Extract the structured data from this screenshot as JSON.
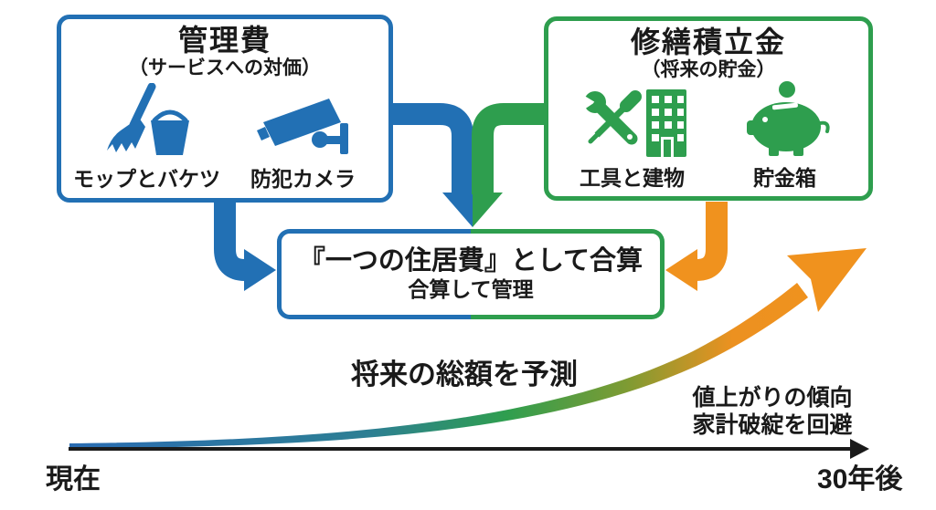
{
  "colors": {
    "blue": "#2270b4",
    "green": "#2e9e4e",
    "orange": "#f0921e",
    "ink": "#1a1a1a"
  },
  "management_box": {
    "title": "管理費",
    "subtitle": "（サービスへの対価）",
    "items": [
      {
        "icon": "mop-bucket-icon",
        "label": "モップとバケツ"
      },
      {
        "icon": "security-camera-icon",
        "label": "防犯カメラ"
      }
    ]
  },
  "reserve_box": {
    "title": "修繕積立金",
    "subtitle": "（将来の貯金）",
    "items": [
      {
        "icon": "tools-building-icon",
        "label": "工具と建物"
      },
      {
        "icon": "piggy-bank-icon",
        "label": "貯金箱"
      }
    ]
  },
  "merge_box": {
    "title": "『一つの住居費』として合算",
    "subtitle": "合算して管理"
  },
  "timeline": {
    "annotation": "将来の総額を予測",
    "note_line1": "値上がりの傾向",
    "note_line2": "家計破綻を回避",
    "start_label": "現在",
    "end_label": "30年後"
  }
}
